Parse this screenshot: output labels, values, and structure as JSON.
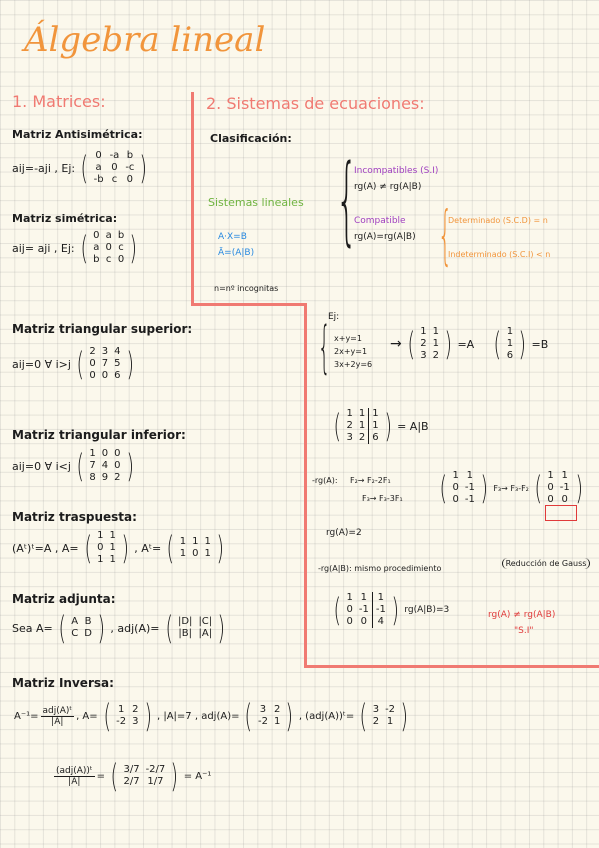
{
  "title": "Álgebra lineal",
  "sec1": {
    "heading": "1. Matrices:"
  },
  "sec2": {
    "heading": "2. Sistemas de ecuaciones:"
  },
  "antisym": {
    "label": "Matriz Antisimétrica:",
    "formula": "aij=-aji , Ej:",
    "matrix": [
      [
        "0",
        "-a",
        "b"
      ],
      [
        "a",
        "0",
        "-c"
      ],
      [
        "-b",
        "c",
        "0"
      ]
    ]
  },
  "sym": {
    "label": "Matriz simétrica:",
    "formula": "aij= aji , Ej:",
    "matrix": [
      [
        "0",
        "a",
        "b"
      ],
      [
        "a",
        "0",
        "c"
      ],
      [
        "b",
        "c",
        "0"
      ]
    ]
  },
  "upper": {
    "label": "Matriz triangular superior:",
    "formula": "aij=0 ∀ i>j",
    "matrix": [
      [
        "2",
        "3",
        "4"
      ],
      [
        "0",
        "7",
        "5"
      ],
      [
        "0",
        "0",
        "6"
      ]
    ]
  },
  "lower": {
    "label": "Matriz triangular inferior:",
    "formula": "aij=0 ∀ i<j",
    "matrix": [
      [
        "1",
        "0",
        "0"
      ],
      [
        "7",
        "4",
        "0"
      ],
      [
        "8",
        "9",
        "2"
      ]
    ]
  },
  "transp": {
    "label": "Matriz traspuesta:",
    "formula": "(Aᵗ)ᵗ=A , A=",
    "eq": ", Aᵗ=",
    "a": [
      [
        "1",
        "1"
      ],
      [
        "0",
        "1"
      ],
      [
        "1",
        "1"
      ]
    ],
    "at": [
      [
        "1",
        "1",
        "1"
      ],
      [
        "1",
        "0",
        "1"
      ]
    ]
  },
  "adj": {
    "label": "Matriz adjunta:",
    "formula": "Sea A=",
    "eq": ", adj(A)=",
    "a": [
      [
        "A",
        "B"
      ],
      [
        "C",
        "D"
      ]
    ],
    "adjm": [
      [
        "|D|",
        "|C|"
      ],
      [
        "|B|",
        "|A|"
      ]
    ]
  },
  "inv": {
    "label": "Matriz Inversa:",
    "lhs": "A⁻¹=",
    "num": "adj(A)ᵗ",
    "den": "|A|",
    "a_lbl": ", A=",
    "a": [
      [
        "1",
        "2"
      ],
      [
        "-2",
        "3"
      ]
    ],
    "det": ", |A|=7 , adj(A)=",
    "adjm": [
      [
        "3",
        "2"
      ],
      [
        "-2",
        "1"
      ]
    ],
    "adjt_lbl": ", (adj(A))ᵗ=",
    "adjt": [
      [
        "3",
        "-2"
      ],
      [
        "2",
        "1"
      ]
    ],
    "num2": "(adj(A))ᵗ",
    "den2": "|A|",
    "res": [
      [
        "3/7",
        "-2/7"
      ],
      [
        "2/7",
        "1/7"
      ]
    ],
    "eq2": "= A⁻¹"
  },
  "clasif": {
    "label": "Clasificación:",
    "sistemas": "Sistemas lineales",
    "incomp": "Incompatibles (S.I)",
    "incomp_rg": "rg(A) ≠ rg(A|B)",
    "comp": "Compatible",
    "comp_rg": "rg(A)=rg(A|B)",
    "det": "Determinado (S.C.D) = n",
    "indet": "Indeterminado (S.C.I) < n",
    "ax": "A·X=B",
    "ab": "Ā=(A|B)",
    "n": "n=nº incognitas"
  },
  "ej": {
    "label": "Ej:",
    "eqs": [
      "x+y=1",
      "2x+y=1",
      "3x+2y=6"
    ],
    "arrow": "→",
    "a": [
      [
        "1",
        "1"
      ],
      [
        "2",
        "1"
      ],
      [
        "3",
        "2"
      ]
    ],
    "a_eq": "=A",
    "b": [
      [
        "1"
      ],
      [
        "1"
      ],
      [
        "6"
      ]
    ],
    "b_eq": "=B",
    "ab": [
      [
        "1",
        "1",
        "1"
      ],
      [
        "2",
        "1",
        "1"
      ],
      [
        "3",
        "2",
        "6"
      ]
    ],
    "ab_eq": "= A|B",
    "rg_lbl": "-rg(A):",
    "f1": "F₂→ F₂-2F₁",
    "f2": "F₃→ F₃-3F₁",
    "m1": [
      [
        "1",
        "1"
      ],
      [
        "0",
        "-1"
      ],
      [
        "0",
        "-1"
      ]
    ],
    "f3": "F₃→ F₃-F₂",
    "m2": [
      [
        "1",
        "1"
      ],
      [
        "0",
        "-1"
      ],
      [
        "0",
        "0"
      ]
    ],
    "rg_a": "rg(A)=2",
    "rgab_lbl": "-rg(A|B): mismo procedimiento",
    "reduccion": "Reducción de Gauss",
    "m3": [
      [
        "1",
        "1",
        "1"
      ],
      [
        "0",
        "-1",
        "-1"
      ],
      [
        "0",
        "0",
        "4"
      ]
    ],
    "rg_ab": "rg(A|B)=3",
    "concl": "rg(A) ≠ rg(A|B)",
    "si": "\"S.I\""
  }
}
